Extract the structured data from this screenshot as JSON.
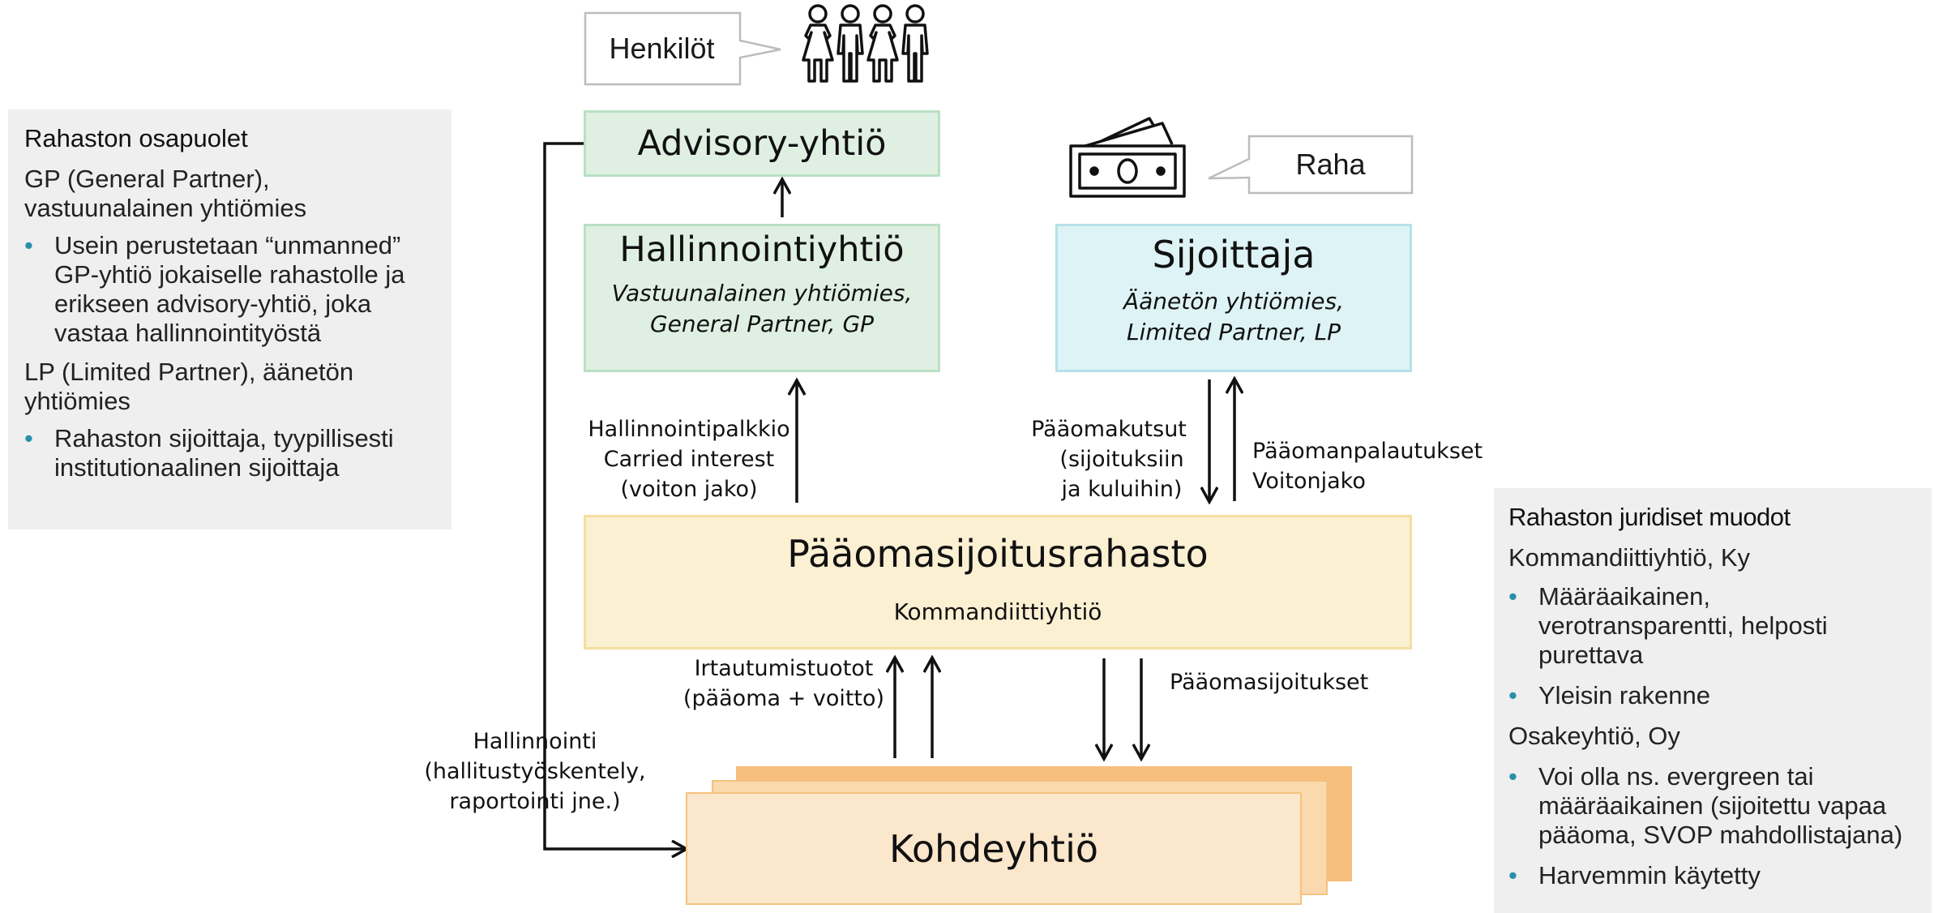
{
  "left_panel": {
    "title": "Rahaston osapuolet",
    "gp_heading_1": "GP (General Partner),",
    "gp_heading_2": "vastuunalainen yhtiömies",
    "gp_bullet": [
      "Usein perustetaan “unmanned”",
      "GP-yhtiö jokaiselle rahastolle ja",
      "erikseen advisory-yhtiö, joka",
      "vastaa hallinnointityöstä"
    ],
    "lp_heading_1": "LP (Limited Partner), äänetön",
    "lp_heading_2": "yhtiömies",
    "lp_bullet": [
      "Rahaston sijoittaja, tyypillisesti",
      "institutionaalinen sijoittaja"
    ]
  },
  "right_panel": {
    "title": "Rahaston juridiset muodot",
    "ky_heading": "Kommandiittiyhtiö, Ky",
    "ky_bullets": [
      [
        "Määräaikainen,",
        "verotransparentti, helposti",
        "purettava"
      ],
      [
        "Yleisin rakenne"
      ]
    ],
    "oy_heading": "Osakeyhtiö, Oy",
    "oy_bullets": [
      [
        "Voi olla ns. evergreen tai",
        "määräaikainen (sijoitettu vapaa",
        "pääoma, SVOP mahdollistajana)"
      ],
      [
        "Harvemmin käytetty"
      ]
    ]
  },
  "callouts": {
    "persons": "Henkilöt",
    "money": "Raha"
  },
  "boxes": {
    "advisory": "Advisory-yhtiö",
    "management_title": "Hallinnointiyhtiö",
    "management_sub_1": "Vastuunalainen yhtiömies,",
    "management_sub_2": "General Partner, GP",
    "investor_title": "Sijoittaja",
    "investor_sub_1": "Äänetön yhtiömies,",
    "investor_sub_2": "Limited Partner, LP",
    "fund_title": "Pääomasijoitusrahasto",
    "fund_sub": "Kommandiittiyhtiö",
    "target": "Kohdeyhtiö"
  },
  "labels": {
    "fee_1": "Hallinnointipalkkio",
    "fee_2": "Carried interest",
    "fee_3": "(voiton jako)",
    "calls_1": "Pääomakutsut",
    "calls_2": "(sijoituksiin",
    "calls_3": "ja kuluihin)",
    "returns_1": "Pääomanpalautukset",
    "returns_2": "Voitonjako",
    "exit_1": "Irtautumistuotot",
    "exit_2": "(pääoma + voitto)",
    "investments": "Pääomasijoitukset",
    "governance_1": "Hallinnointi",
    "governance_2": "(hallitustyöskentely,",
    "governance_3": "raportointi jne.)"
  },
  "icons": [
    "people-icon",
    "banknotes-icon"
  ],
  "colors": {
    "green_box": "#dff0e3",
    "blue_box": "#def3f5",
    "yellow_box": "#fcf0d3",
    "target_box": "#fbe7cc",
    "target_back": "#f7bf7c",
    "bullet": "#2a8fa8",
    "panel_bg": "#efefef"
  }
}
